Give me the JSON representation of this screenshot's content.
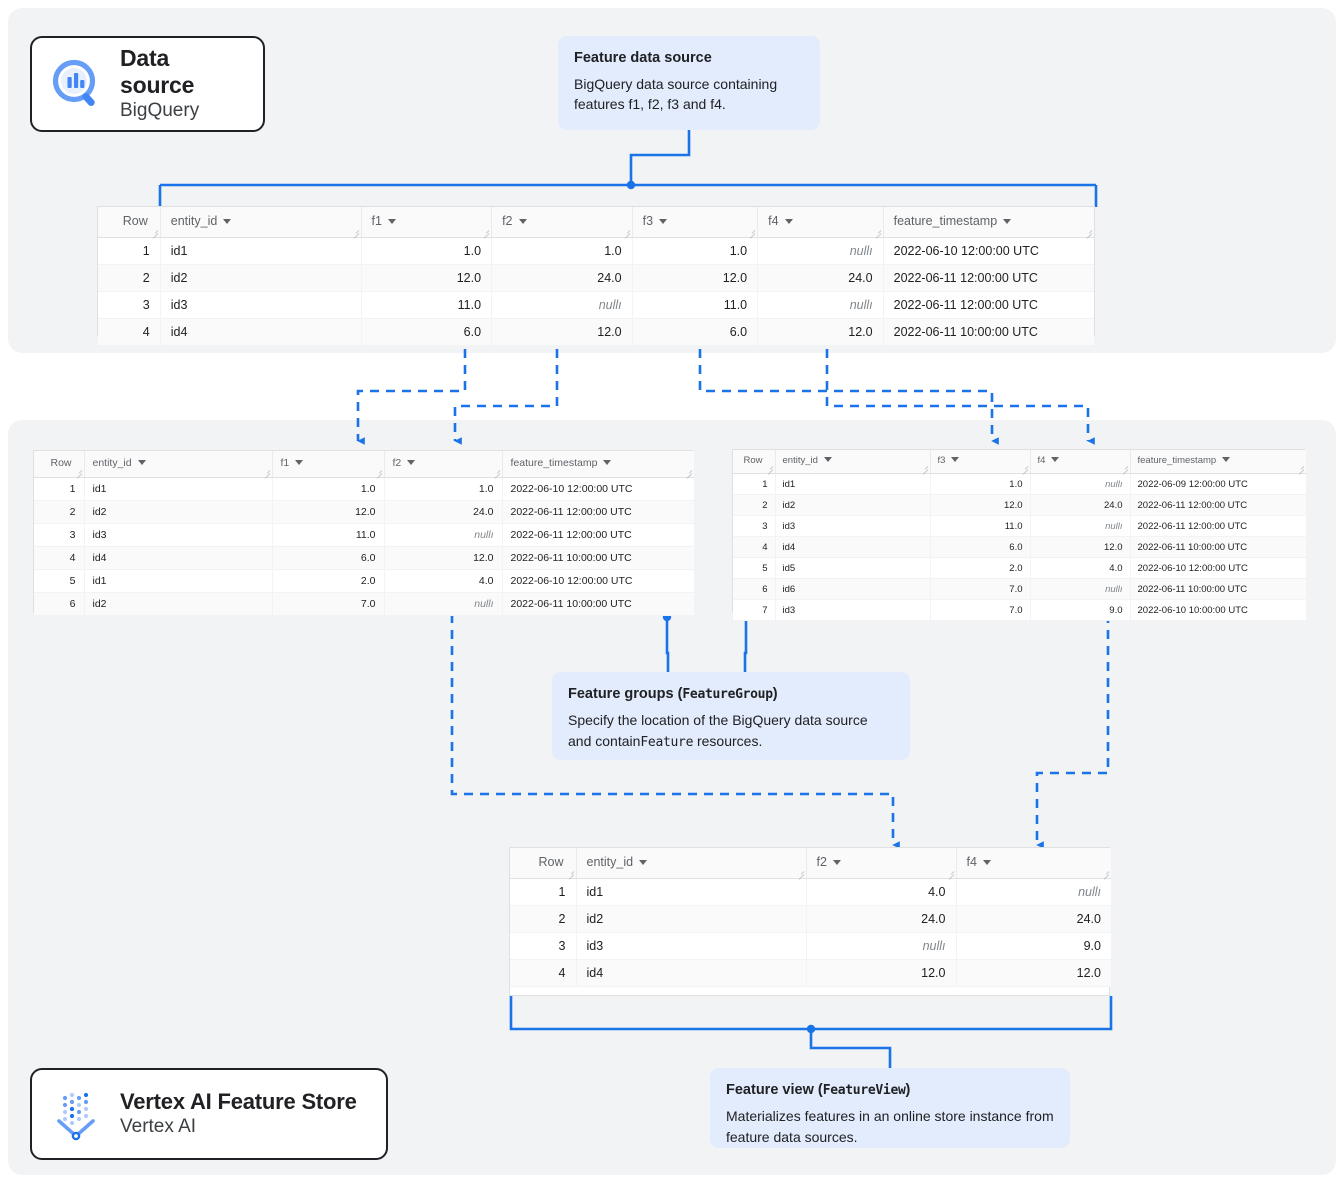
{
  "accent": "#1a73e8",
  "callout_bg": "#e3ecfd",
  "panel_bg": "#f1f3f4",
  "badges": [
    {
      "name": "data-source",
      "title": "Data source",
      "subtitle": "BigQuery",
      "icon": "bigquery-icon"
    },
    {
      "name": "vertex-ai-feature-store",
      "title": "Vertex AI Feature Store",
      "subtitle": "Vertex AI",
      "icon": "vertex-ai-icon"
    }
  ],
  "callouts": {
    "feature_data_source": {
      "title": "Feature data source",
      "body": "BigQuery data source containing features f1, f2, f3 and f4."
    },
    "feature_groups": {
      "title_plain": "Feature groups (",
      "title_code": "FeatureGroup",
      "title_tail": ")",
      "body_pre": "Specify the location of the BigQuery data source and contain",
      "body_code": "Feature",
      "body_post": " resources."
    },
    "feature_view": {
      "title_plain": "Feature view (",
      "title_code": "FeatureView",
      "title_tail": ")",
      "body": "Materializes features in an online store instance from feature data sources."
    }
  },
  "tables": {
    "source": {
      "name": "bigquery-source-table",
      "columns": [
        "Row",
        "entity_id",
        "f1",
        "f2",
        "f3",
        "f4",
        "feature_timestamp"
      ],
      "rows": [
        [
          "1",
          "id1",
          "1.0",
          "1.0",
          "1.0",
          "null",
          "2022-06-10 12:00:00 UTC"
        ],
        [
          "2",
          "id2",
          "12.0",
          "24.0",
          "12.0",
          "24.0",
          "2022-06-11 12:00:00 UTC"
        ],
        [
          "3",
          "id3",
          "11.0",
          "null",
          "11.0",
          "null",
          "2022-06-11 12:00:00 UTC"
        ],
        [
          "4",
          "id4",
          "6.0",
          "12.0",
          "6.0",
          "12.0",
          "2022-06-11 10:00:00 UTC"
        ]
      ]
    },
    "feature_group_1": {
      "name": "feature-group-1-table",
      "columns": [
        "Row",
        "entity_id",
        "f1",
        "f2",
        "feature_timestamp"
      ],
      "rows": [
        [
          "1",
          "id1",
          "1.0",
          "1.0",
          "2022-06-10 12:00:00 UTC"
        ],
        [
          "2",
          "id2",
          "12.0",
          "24.0",
          "2022-06-11 12:00:00 UTC"
        ],
        [
          "3",
          "id3",
          "11.0",
          "null",
          "2022-06-11 12:00:00 UTC"
        ],
        [
          "4",
          "id4",
          "6.0",
          "12.0",
          "2022-06-11 10:00:00 UTC"
        ],
        [
          "5",
          "id1",
          "2.0",
          "4.0",
          "2022-06-10 12:00:00 UTC"
        ],
        [
          "6",
          "id2",
          "7.0",
          "null",
          "2022-06-11 10:00:00 UTC"
        ]
      ]
    },
    "feature_group_2": {
      "name": "feature-group-2-table",
      "columns": [
        "Row",
        "entity_id",
        "f3",
        "f4",
        "feature_timestamp"
      ],
      "rows": [
        [
          "1",
          "id1",
          "1.0",
          "null",
          "2022-06-09 12:00:00 UTC"
        ],
        [
          "2",
          "id2",
          "12.0",
          "24.0",
          "2022-06-11 12:00:00 UTC"
        ],
        [
          "3",
          "id3",
          "11.0",
          "null",
          "2022-06-11 12:00:00 UTC"
        ],
        [
          "4",
          "id4",
          "6.0",
          "12.0",
          "2022-06-11 10:00:00 UTC"
        ],
        [
          "5",
          "id5",
          "2.0",
          "4.0",
          "2022-06-10 12:00:00 UTC"
        ],
        [
          "6",
          "id6",
          "7.0",
          "null",
          "2022-06-11 10:00:00 UTC"
        ],
        [
          "7",
          "id3",
          "7.0",
          "9.0",
          "2022-06-10 10:00:00 UTC"
        ]
      ]
    },
    "feature_view": {
      "name": "feature-view-table",
      "columns": [
        "Row",
        "entity_id",
        "f2",
        "f4"
      ],
      "rows": [
        [
          "1",
          "id1",
          "4.0",
          "null"
        ],
        [
          "2",
          "id2",
          "24.0",
          "24.0"
        ],
        [
          "3",
          "id3",
          "null",
          "9.0"
        ],
        [
          "4",
          "id4",
          "12.0",
          "12.0"
        ]
      ]
    }
  }
}
